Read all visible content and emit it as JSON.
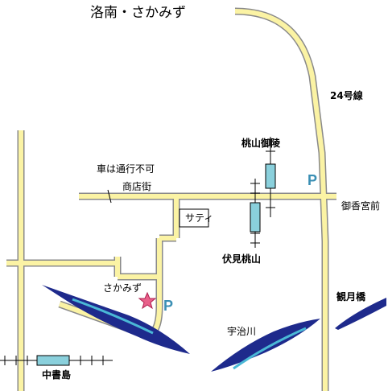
{
  "map": {
    "title": "洛南・さかみず",
    "route_label": "24号線",
    "store_label": "サティ",
    "shop": {
      "name": "さかみず",
      "parking": "P"
    },
    "parking_east": "P",
    "stations": {
      "momoyama_goryo": "桃山御陵",
      "fushimi_momoyama": "伏見桃山",
      "nakashojima": "中書島",
      "gokonomiya_mae": "御香宮前"
    },
    "street_note_line1": "車は通行不可",
    "street_note_line2": "商店街",
    "river": "宇治川",
    "bridge": "観月橋",
    "colors": {
      "road_fill": "#fbf3a4",
      "road_edge": "#8a8a8a",
      "river_dark": "#1e2a8c",
      "river_light": "#4ab8d6",
      "station_fill": "#8ad0dc",
      "star": "#e8608a",
      "parking": "#3a8fb4"
    }
  }
}
